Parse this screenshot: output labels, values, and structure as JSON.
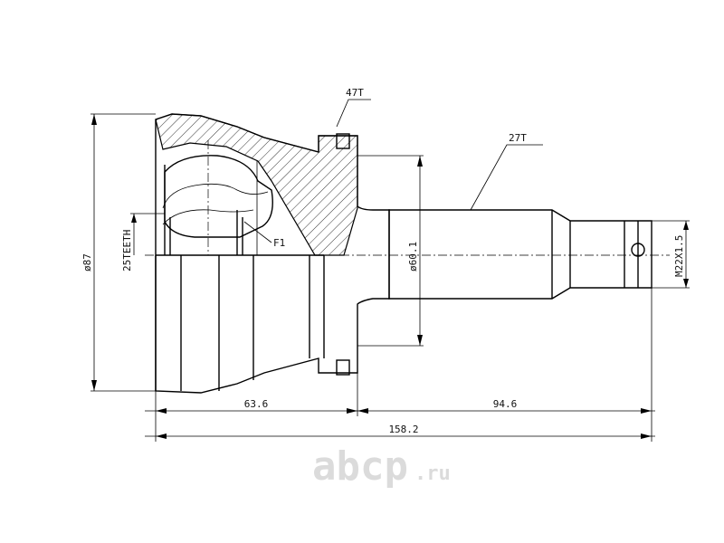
{
  "labels": {
    "thread_47": "47T",
    "thread_27": "27T",
    "bore_dia": "ø60.1",
    "outer_dia": "ø87",
    "teeth_inner": "25TEETH",
    "shaft_thread": "M22X1.5",
    "detail": "F1"
  },
  "dimensions": {
    "left_length": "63.6",
    "right_length": "94.6",
    "total_length": "158.2"
  },
  "logo": {
    "brand": "abcp",
    "tld": ".ru"
  }
}
